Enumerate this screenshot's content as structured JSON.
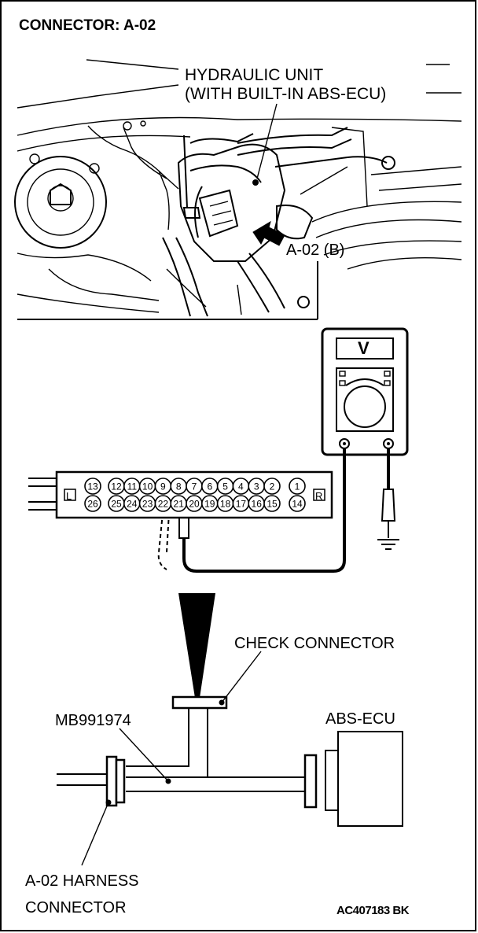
{
  "title": "CONNECTOR: A-02",
  "labels": {
    "hydraulic_line1": "HYDRAULIC UNIT",
    "hydraulic_line2": "(WITH BUILT-IN ABS-ECU)",
    "connector_callout": "A-02 (B)",
    "meter_symbol": "V",
    "side_left": "L",
    "side_right": "R",
    "check_connector": "CHECK CONNECTOR",
    "tool": "MB991974",
    "ecu": "ABS-ECU",
    "harness_line1": "A-02 HARNESS",
    "harness_line2": "CONNECTOR",
    "figure_code": "AC407183 BK"
  },
  "pins_top": [
    "13",
    "12",
    "11",
    "10",
    "9",
    "8",
    "7",
    "6",
    "5",
    "4",
    "3",
    "2",
    "1"
  ],
  "pins_bottom": [
    "26",
    "25",
    "24",
    "23",
    "22",
    "21",
    "20",
    "19",
    "18",
    "17",
    "16",
    "15",
    "14"
  ]
}
